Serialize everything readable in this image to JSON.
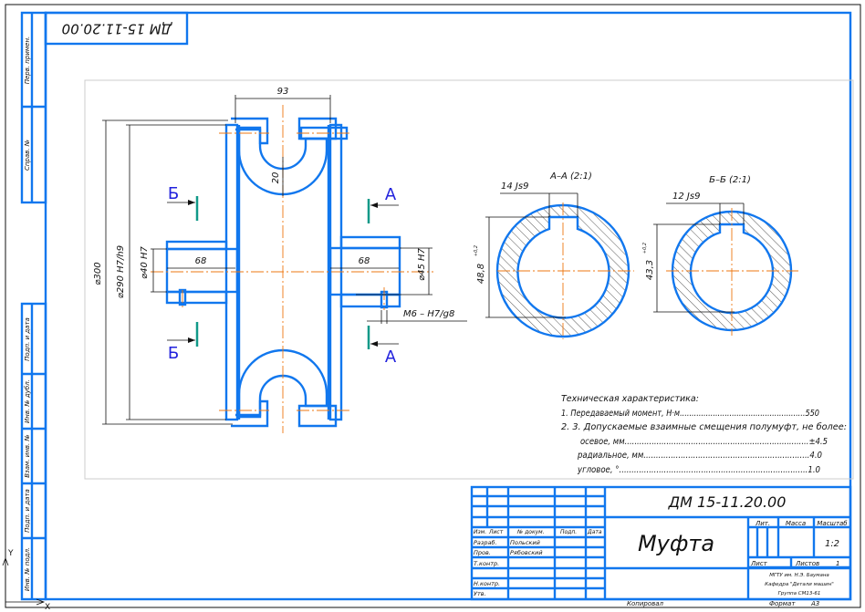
{
  "colors": {
    "frame": "#1177ee",
    "axis": "#ee7711",
    "section_mark": "#119988",
    "section_letter": "#2222dd"
  },
  "stamp_top": "ДМ 15-11.20.00",
  "side_strip": {
    "upper": [
      "Перв. примен.",
      "Справ. №"
    ],
    "lower": [
      "Подп. и дата",
      "Инв. № дубл.",
      "Взам. инв. №",
      "Подп. и дата",
      "Инв. № подл."
    ]
  },
  "coord_axes": {
    "y": "Y",
    "x": "X"
  },
  "main_view": {
    "dims": {
      "width_93": "93",
      "d300": "⌀300",
      "d290": "⌀290 H7/h9",
      "d40": "⌀40 H7",
      "d45": "⌀45 H7",
      "len_left": "68",
      "len_right": "68",
      "gap_20": "20",
      "screw": "M6 – H7/g8"
    },
    "section_letters": {
      "b": "Б",
      "a": "А"
    }
  },
  "section_aa": {
    "title": "А–А (2:1)",
    "key": "14 Js9",
    "depth": "48,8",
    "tol": "+0,2"
  },
  "section_bb": {
    "title": "Б–Б (2:1)",
    "key": "12 Js9",
    "depth": "43,3",
    "tol": "+0,2"
  },
  "tech": {
    "title": "Техническая характеристика:",
    "lines": [
      "1. Передаваемый момент, Н·м.....................................................550",
      "2. 3. Допускаемые взаимные смещения полумуфт, не более:",
      "осевое, мм...........................................................................±4.5",
      "радиальное, мм...................................................................4.0",
      "угловое, °............................................................................1.0"
    ]
  },
  "title_block": {
    "designation": "ДМ 15-11.20.00",
    "name": "Муфта",
    "headers": [
      "Изм.",
      "Лист",
      "№ докум.",
      "Подп.",
      "Дата"
    ],
    "roles": [
      "Разраб.",
      "Пров.",
      "Т.контр.",
      "",
      "Н.контр.",
      "Утв."
    ],
    "people": [
      "Польский",
      "Рябовский"
    ],
    "lit": "Лит.",
    "mass": "Масса",
    "scale_label": "Масштаб",
    "scale": "1:2",
    "sheet": "Лист",
    "sheets": "Листов",
    "sheets_count": "1",
    "org": [
      "МГТУ им. Н.Э. Баумана",
      "Кафедра \"Детали машин\"",
      "Группа СМ13-61"
    ],
    "copied": "Копировал",
    "format_label": "Формат",
    "format": "А3"
  }
}
